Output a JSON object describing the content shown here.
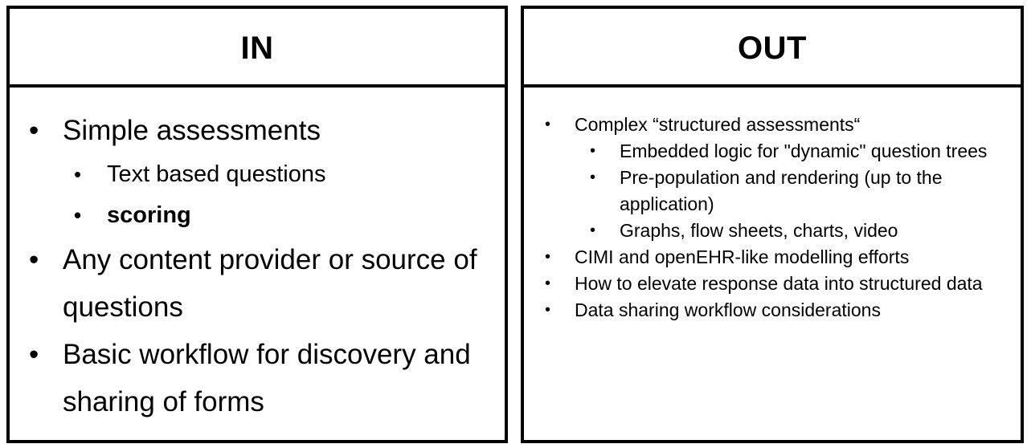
{
  "in_panel": {
    "title": "IN",
    "items": [
      {
        "text": "Simple assessments",
        "subitems": [
          {
            "text": "Text based questions",
            "bold": false
          },
          {
            "text": "scoring",
            "bold": true
          }
        ]
      },
      {
        "text": "Any content provider or source of questions"
      },
      {
        "text": "Basic workflow for discovery and sharing of forms"
      }
    ]
  },
  "out_panel": {
    "title": "OUT",
    "items": [
      {
        "text": "Complex “structured assessments“",
        "subitems": [
          "Embedded logic for \"dynamic\" question trees",
          "Pre-population and rendering (up to the application)",
          "Graphs, flow sheets, charts, video"
        ]
      },
      {
        "text": "CIMI and openEHR-like modelling efforts"
      },
      {
        "text": "How to elevate response data into structured data"
      },
      {
        "text": "Data sharing workflow considerations"
      }
    ]
  },
  "bullet_glyph": "•"
}
